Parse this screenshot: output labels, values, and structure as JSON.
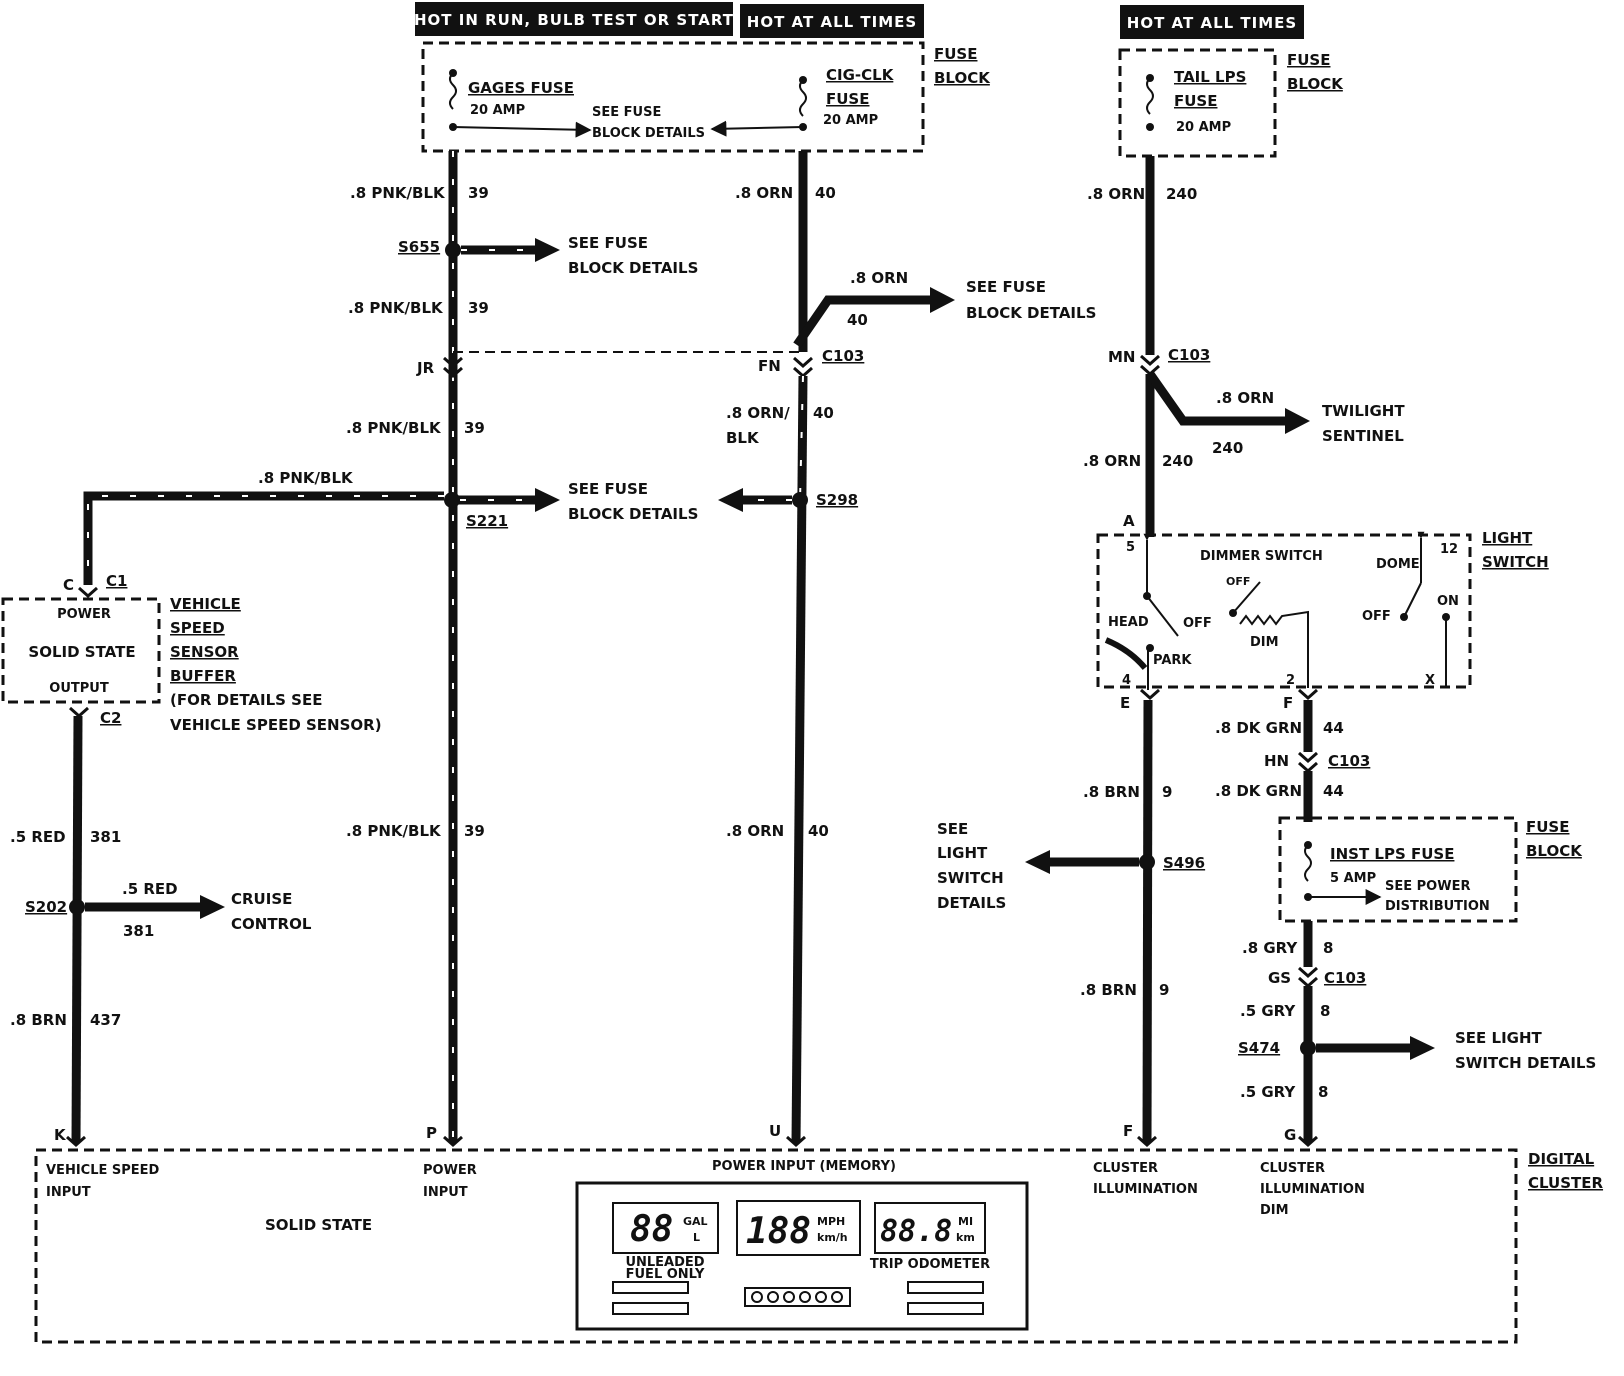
{
  "headers": {
    "hot_run": "HOT IN RUN, BULB TEST OR START",
    "hot_all_1": "HOT AT ALL TIMES",
    "hot_all_2": "HOT AT ALL TIMES"
  },
  "fuse_block_top": {
    "label1": "FUSE",
    "label2": "BLOCK",
    "gages_fuse": "GAGES FUSE",
    "gages_amp": "20 AMP",
    "see_fuse": "SEE FUSE",
    "block_details": "BLOCK DETAILS",
    "cig_clk": "CIG-CLK",
    "fuse": "FUSE",
    "cig_amp": "20 AMP"
  },
  "fuse_block_tail": {
    "label1": "FUSE",
    "label2": "BLOCK",
    "tail_lps": "TAIL LPS",
    "fuse": "FUSE",
    "amp": "20 AMP"
  },
  "wires": {
    "pnk_blk": ".8 PNK/BLK",
    "c39": "39",
    "orn": ".8 ORN",
    "c40": "40",
    "c240": "240",
    "orn_blk": ".8 ORN/",
    "blk": "BLK",
    "red5": ".5 RED",
    "c381": "381",
    "brn8": ".8 BRN",
    "c437": "437",
    "c9": "9",
    "dkgrn": ".8 DK GRN",
    "c44": "44",
    "gry8": ".8 GRY",
    "gry5": ".5 GRY",
    "c8": "8"
  },
  "splices": {
    "s655": "S655",
    "s221": "S221",
    "s298": "S298",
    "s202": "S202",
    "s496": "S496",
    "s474": "S474"
  },
  "connectors": {
    "c103": "C103",
    "jr": "JR",
    "fn": "FN",
    "mn": "MN",
    "hn": "HN",
    "gs": "GS",
    "c1": "C1",
    "c2": "C2",
    "c": "C",
    "a": "A",
    "e": "E",
    "f": "F",
    "k": "K",
    "p": "P",
    "u": "U",
    "f2": "F",
    "g": "G"
  },
  "refs": {
    "see_fuse": "SEE FUSE",
    "block_details": "BLOCK DETAILS",
    "twilight": "TWILIGHT",
    "sentinel": "SENTINEL",
    "cruise": "CRUISE",
    "control": "CONTROL",
    "see": "SEE",
    "light": "LIGHT",
    "switch": "SWITCH",
    "details": "DETAILS",
    "see_light": "SEE LIGHT",
    "switch_details": "SWITCH DETAILS"
  },
  "vss_buffer": {
    "power": "POWER",
    "solid_state": "SOLID STATE",
    "output": "OUTPUT",
    "vehicle": "VEHICLE",
    "speed": "SPEED",
    "sensor": "SENSOR",
    "buffer": "BUFFER",
    "note1": "(FOR DETAILS SEE",
    "note2": "VEHICLE SPEED SENSOR)"
  },
  "light_switch": {
    "title1": "LIGHT",
    "title2": "SWITCH",
    "dimmer": "DIMMER SWITCH",
    "dome": "DOME",
    "off": "OFF",
    "on": "ON",
    "head": "HEAD",
    "park": "PARK",
    "dim": "DIM",
    "t5": "5",
    "t12": "12",
    "t4": "4",
    "t2": "2",
    "x": "X"
  },
  "inst_fuse": {
    "label1": "FUSE",
    "label2": "BLOCK",
    "name": "INST LPS FUSE",
    "amp": "5 AMP",
    "see_power": "SEE POWER",
    "distribution": "DISTRIBUTION"
  },
  "cluster": {
    "title1": "DIGITAL",
    "title2": "CLUSTER",
    "vs_input1": "VEHICLE SPEED",
    "vs_input2": "INPUT",
    "solid_state": "SOLID STATE",
    "power1": "POWER",
    "power2": "INPUT",
    "memory": "POWER INPUT (MEMORY)",
    "illum1": "CLUSTER",
    "illum2": "ILLUMINATION",
    "dim1": "CLUSTER",
    "dim2": "ILLUMINATION",
    "dim3": "DIM",
    "fuel_digits": "88",
    "gal": "GAL",
    "l": "L",
    "speed_digits": "188",
    "mph": "MPH",
    "kmh": "km/h",
    "trip_digits": "88.8",
    "mi": "MI",
    "km": "km",
    "unleaded": "UNLEADED",
    "fuel_only": "FUEL ONLY",
    "trip": "TRIP ODOMETER"
  }
}
